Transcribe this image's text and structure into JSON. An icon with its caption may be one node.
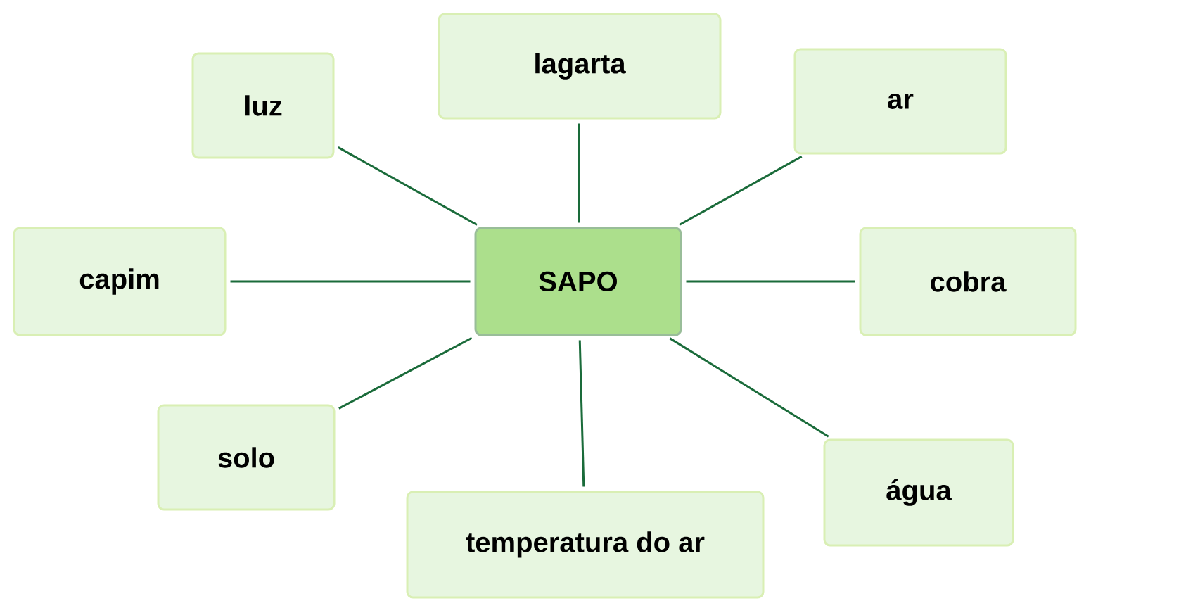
{
  "diagram": {
    "nodes": [
      {
        "text": [
          "lagarta"
        ]
      },
      {
        "text": [
          "luz"
        ]
      },
      {
        "text": [
          "ar"
        ]
      },
      {
        "text": [
          "capim"
        ]
      },
      {
        "text": [
          "SAPO"
        ]
      },
      {
        "text": [
          "cobra"
        ]
      },
      {
        "text": [
          "solo"
        ]
      },
      {
        "text": [
          "água"
        ]
      },
      {
        "text": [
          "temperatura do ar"
        ]
      }
    ],
    "edges": [
      {
        "from": 4,
        "to": 0,
        "arrow": "none"
      },
      {
        "from": 4,
        "to": 1,
        "arrow": "none"
      },
      {
        "from": 4,
        "to": 2,
        "arrow": "none"
      },
      {
        "from": 4,
        "to": 3,
        "arrow": "none"
      },
      {
        "from": 4,
        "to": 5,
        "arrow": "none"
      },
      {
        "from": 4,
        "to": 6,
        "arrow": "none"
      },
      {
        "from": 4,
        "to": 7,
        "arrow": "none"
      },
      {
        "from": 4,
        "to": 8,
        "arrow": "none"
      }
    ]
  }
}
